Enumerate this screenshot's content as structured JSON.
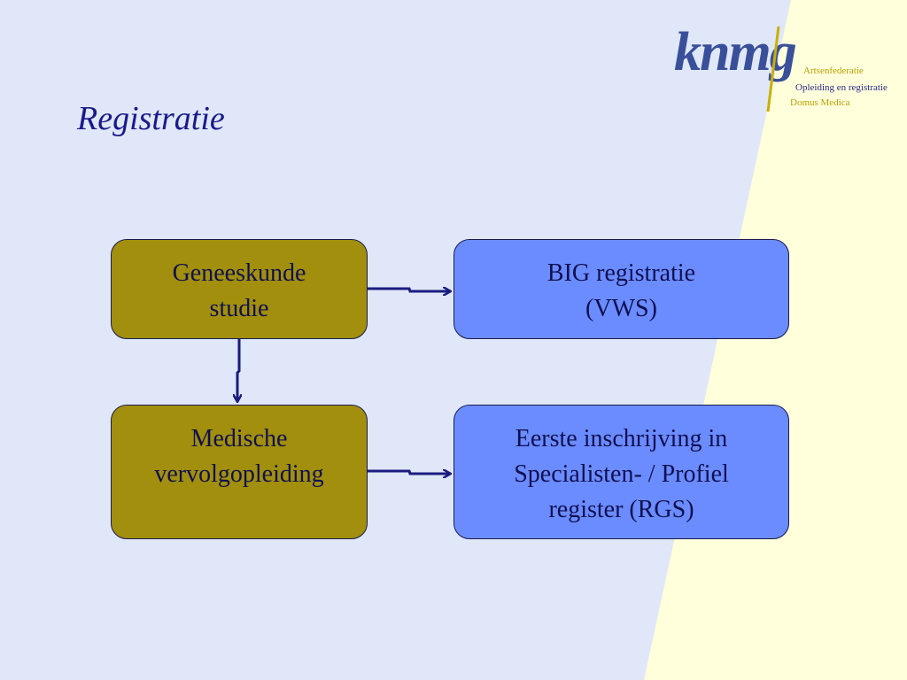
{
  "slide": {
    "title": "Registratie",
    "background": {
      "main": "#dfe7f8",
      "accent": "#ffffdc"
    }
  },
  "logo": {
    "wordmark": "knmg",
    "lines": [
      "Artsenfederatie",
      "Opleiding en registratie",
      "Domus Medica"
    ]
  },
  "diagram": {
    "boxes": {
      "studie": {
        "lines": [
          "Geneeskunde",
          "studie"
        ],
        "color": "#a18f0d"
      },
      "big": {
        "lines": [
          "BIG registratie",
          "(VWS)"
        ],
        "color": "#6b8cff"
      },
      "vervolg": {
        "lines": [
          "Medische",
          "vervolgopleiding"
        ],
        "color": "#a18f0d"
      },
      "rgs": {
        "lines": [
          "Eerste inschrijving in",
          "Specialisten- / Profiel",
          "register (RGS)"
        ],
        "color": "#6b8cff"
      }
    },
    "arrow_color": "#1b1b80"
  }
}
